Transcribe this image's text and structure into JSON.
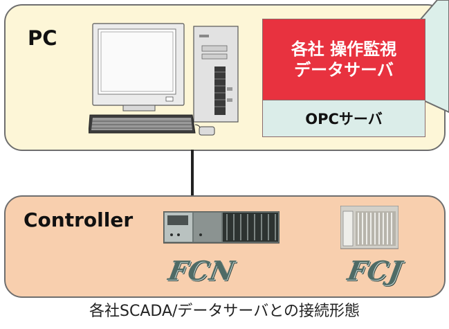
{
  "pc": {
    "label": "PC"
  },
  "scada_app": {
    "line1": "各社 操作監視",
    "line2": "データサーバ"
  },
  "opc": {
    "label": "OPCサーバ"
  },
  "controller": {
    "label": "Controller",
    "devices": [
      {
        "brand": "FCN"
      },
      {
        "brand": "FCJ"
      }
    ]
  },
  "caption": "各社SCADA/データサーバとの接続形態",
  "colors": {
    "pc_panel": "#fdf6d7",
    "controller_panel": "#f8cfae",
    "scada_box": "#e8323f",
    "opc_box": "#dbede9",
    "callout": "#dcefea"
  }
}
